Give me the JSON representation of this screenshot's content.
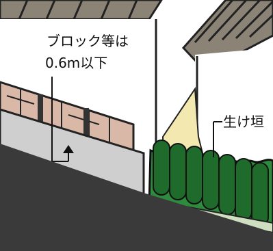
{
  "labels": {
    "block_height_line1": "ブロック等は",
    "block_height_line2": "0.6m以下",
    "hedge": "生け垣"
  },
  "colors": {
    "road": "#3a3a3a",
    "wall_base": "#cfcfcf",
    "fence_panel": "#d9b8a8",
    "hedge": "#2e8b3e",
    "roof": "#8b8376",
    "ground_yellow": "#f3e8b0"
  }
}
